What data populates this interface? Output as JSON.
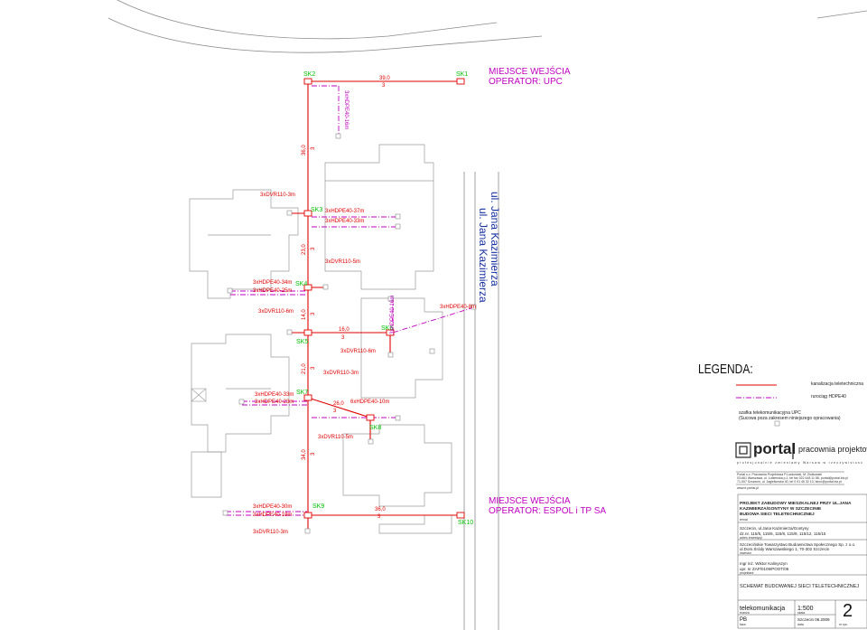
{
  "colors": {
    "cable": "#e00000",
    "duct": "#c000c0",
    "sk": "#00c000",
    "street": "#1830a0",
    "building": "#9a9a9a"
  },
  "street": {
    "name": "ul. Jana Kazimierza"
  },
  "entry_upc": {
    "line1": "MIEJSCE WEJŚCIA",
    "line2": "OPERATOR: UPC"
  },
  "entry_espol": {
    "line1": "MIEJSCE WEJŚCIA",
    "line2": "OPERATOR: ESPOL i TP SA"
  },
  "sk": {
    "sk1": "SK1",
    "sk2": "SK2",
    "sk3": "SK3",
    "sk4": "SK4",
    "sk5": "SK5",
    "sk6": "SK6",
    "sk7": "SK7",
    "sk8": "SK8",
    "sk9": "SK9",
    "sk10": "SK10"
  },
  "spans": {
    "s39": "39,0",
    "s39n": "3",
    "s36top": "36,0",
    "s36topn": "3",
    "s23": "23,0",
    "s23n": "3",
    "s14": "14,0",
    "s14n": "3",
    "s16": "16,0",
    "s16n": "3",
    "s21": "21,0",
    "s21n": "3",
    "s26": "26,0",
    "s26n": "3",
    "s34": "34,0",
    "s34n": "3",
    "s36bot": "36,0",
    "s36botn": "3"
  },
  "labels": {
    "duct_top": "3xHDPE40-16m",
    "dvr_sk3": "3xDVR110-3m",
    "hdpe_sk3_a": "3xHDPE40-37m",
    "hdpe_sk3_b": "3xHDPE40-33m",
    "dvr_sk4r": "3xDVR110-5m",
    "hdpe_sk4_a": "3xHDPE40-34m",
    "hdpe_sk4_b": "3xHDPE40-25m",
    "duct_sk6": "3xHDPE40-16m",
    "hdpe_street": "3xHDPE40-8m",
    "dvr_sk5": "3xDVR110-6m",
    "dvr_sk6": "3xDVR110-6m",
    "dvr_sk7r": "3xDVR110-3m",
    "hdpe_sk7_a": "3xHDPE40-33m",
    "hdpe_sk7_b": "3xHDPE40-23m",
    "hdpe_sk7_c": "6xHDPE40-10m",
    "dvr_sk8": "3xDVR110-5m",
    "hdpe_sk9_a": "3xHDPE40-30m",
    "hdpe_sk9_b": "3xHDPE40-18m",
    "dvr_sk9": "3xDVR110-3m"
  },
  "legend": {
    "title": "LEGENDA:",
    "item1": "kanalizacja teletechniczna",
    "item2": "rurociąg HDPE40",
    "item3a": "szafka telekomunikacyjna UPC",
    "item3b": "(Sucowa poza zakresem niniejszego opracowania)"
  },
  "company": {
    "logo": "portal",
    "tagline": "pracownia projektowa",
    "subtitle": "profesjonalnie zmieniamy Warsaw w rzeczywistosc",
    "address1": "Portal s.c. Pracownia Projektowa P.Luckowski, M. Ziolkowski",
    "address2": "03-661 Warszawa, ul. Lubienska p.1, tel fax 022 448 11 58, portal@portal.biz.pl",
    "address3": "71-007 Szczecin, ul. Jagiellonska 40, tel 0 91 46 32 10, biuro@portal.biz.pl",
    "web": "www.e-portal.pl"
  },
  "titleblock": {
    "project_line1": "PROJEKT ZABUDOWY MIESZKALNEJ PRZY UL.JANA",
    "project_line2": "KAZIMIERZA/GONTYNY W SZCZECINIE",
    "project_line3": "BUDOWA SIECI TELETECHNICZNEJ",
    "project_cap": "temat",
    "address_line1": "Szczecin, ul.Jana Kazimierza/Gontyny",
    "address_line2": "dz.nr. 115/5, 115/6, 115/8, 115/9, 115/12, 115/15",
    "address_cap": "adres inwestycji",
    "investor_line1": "Szczecińskie Towarzystwo Budownictwa Społecznego Sp. z o.o.",
    "investor_line2": "ul.Dom.Śródy Warszawskiego 1, 70-302 Szczecin",
    "investor_cap": "inwestor",
    "designer_line1": "mgr inż. Wiktor Kalinyszyn",
    "designer_line2": "upr. nr ZAP/0109/POOT/06",
    "designer_cap": "projektant",
    "drawing_title": "SCHEMAT BUDOWANEJ SIECI TELETECHNICZNEJ",
    "branch": "telekomunikacja",
    "branch_cap": "branża",
    "scale": "1:500",
    "scale_cap": "skala",
    "phase": "PB",
    "phase_cap": "faza",
    "date": "Szczecin 06.2009",
    "date_cap": "data",
    "sheet_no": "2",
    "sheet_cap": "nr rys."
  }
}
